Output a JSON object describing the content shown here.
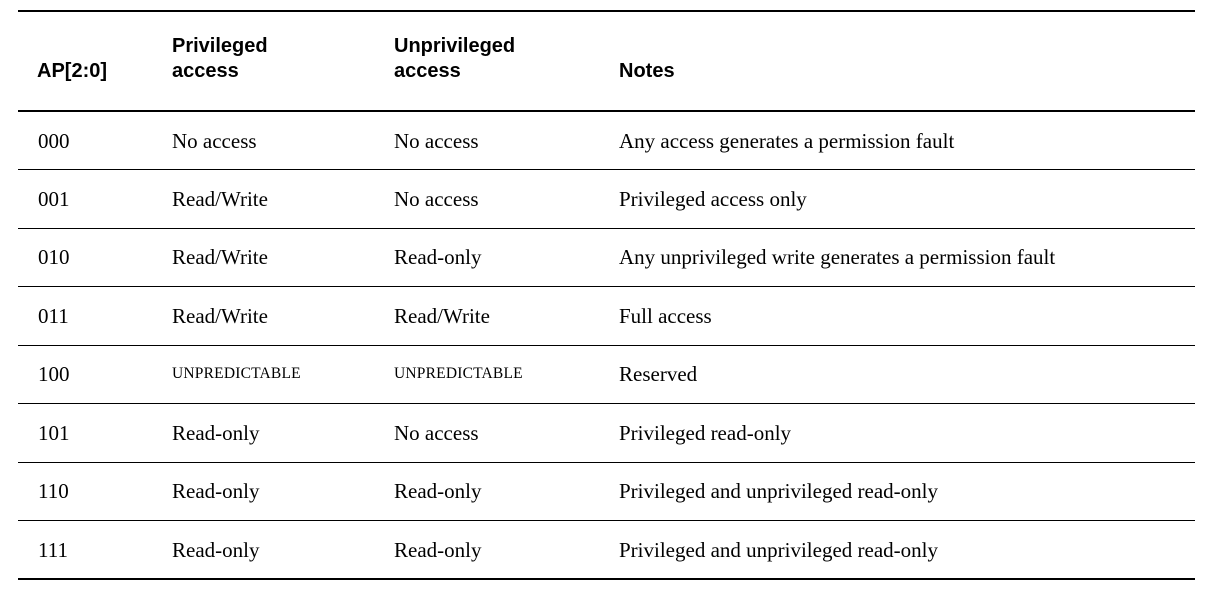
{
  "table": {
    "columns": [
      {
        "key": "ap",
        "label_lines": [
          "AP[2:0]"
        ]
      },
      {
        "key": "priv",
        "label_lines": [
          "Privileged",
          "access"
        ]
      },
      {
        "key": "unpriv",
        "label_lines": [
          "Unprivileged",
          "access"
        ]
      },
      {
        "key": "notes",
        "label_lines": [
          "Notes"
        ]
      }
    ],
    "header": {
      "ap": "AP[2:0]",
      "priv_line1": "Privileged",
      "priv_line2": "access",
      "unpriv_line1": "Unprivileged",
      "unpriv_line2": "access",
      "notes": "Notes"
    },
    "rows": [
      {
        "ap": "000",
        "priv": "No access",
        "unpriv": "No access",
        "notes": "Any access generates a permission fault",
        "smallcaps": false
      },
      {
        "ap": "001",
        "priv": "Read/Write",
        "unpriv": "No access",
        "notes": "Privileged access only",
        "smallcaps": false
      },
      {
        "ap": "010",
        "priv": "Read/Write",
        "unpriv": "Read-only",
        "notes": "Any unprivileged write generates a permission fault",
        "smallcaps": false
      },
      {
        "ap": "011",
        "priv": "Read/Write",
        "unpriv": "Read/Write",
        "notes": "Full access",
        "smallcaps": false
      },
      {
        "ap": "100",
        "priv": "UNPREDICTABLE",
        "unpriv": "UNPREDICTABLE",
        "notes": "Reserved",
        "smallcaps": true
      },
      {
        "ap": "101",
        "priv": "Read-only",
        "unpriv": "No access",
        "notes": "Privileged read-only",
        "smallcaps": false
      },
      {
        "ap": "110",
        "priv": "Read-only",
        "unpriv": "Read-only",
        "notes": "Privileged and unprivileged read-only",
        "smallcaps": false
      },
      {
        "ap": "111",
        "priv": "Read-only",
        "unpriv": "Read-only",
        "notes": "Privileged and unprivileged read-only",
        "smallcaps": false
      }
    ]
  },
  "style": {
    "text_color": "#000000",
    "background": "#ffffff",
    "rule_color": "#000000"
  }
}
